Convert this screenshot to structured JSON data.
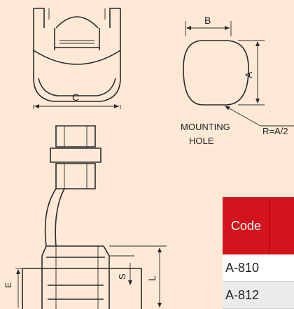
{
  "diagram": {
    "dim_b": "B",
    "dim_a": "A",
    "dim_c": "C",
    "dim_l": "L",
    "dim_s": "S",
    "dim_e": "E",
    "radius_label": "R=A/2",
    "mounting_hole_line1": "MOUNTING",
    "mounting_hole_line2": "HOLE"
  },
  "table": {
    "header_code": "Code",
    "rows": [
      {
        "code": "A-810"
      },
      {
        "code": "A-812"
      }
    ]
  },
  "colors": {
    "background": "#fde9d6",
    "header_red": "#d4141c"
  }
}
